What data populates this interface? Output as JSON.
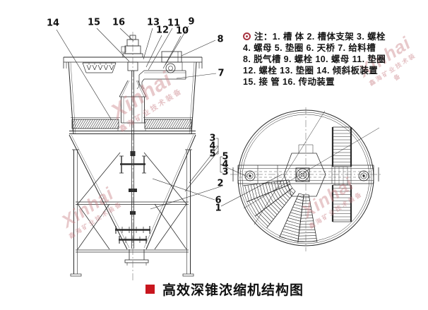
{
  "page": {
    "background": "#ffffff"
  },
  "legend": {
    "note_marker_icon": "red-double-circle",
    "marker_color": "#a83642",
    "lines": [
      "注：1. 槽 体 2. 槽体支架 3. 螺栓",
      "4. 螺母 5. 垫圈 6. 天桥 7. 给料槽",
      "8. 脱气槽 9. 螺栓 10. 螺母 11. 垫圈",
      "12. 螺栓 13. 垫圈 14. 倾斜板装置",
      "15. 接 管 16. 传动装置"
    ]
  },
  "title": {
    "text": "高效深锥浓缩机结构图",
    "bullet_color": "#c8161e"
  },
  "callouts": {
    "c1": "1",
    "c2": "2",
    "c3a": "3",
    "c4a": "4",
    "c5a": "5",
    "c5b": "5",
    "c4b": "4",
    "c3b": "3",
    "c6": "6",
    "c7": "7",
    "c8": "8",
    "c9": "9",
    "c10": "10",
    "c11": "11",
    "c12": "12",
    "c13": "13",
    "c14": "14",
    "c15": "15",
    "c16": "16"
  },
  "watermark": {
    "brand": "Xinhai",
    "subtext": "鑫海矿业技术装备",
    "color": "rgba(197,120,126,0.40)"
  },
  "drawing": {
    "line_color": "#2c2c2c",
    "views": [
      "side-view-elevation",
      "top-view-plan"
    ]
  }
}
